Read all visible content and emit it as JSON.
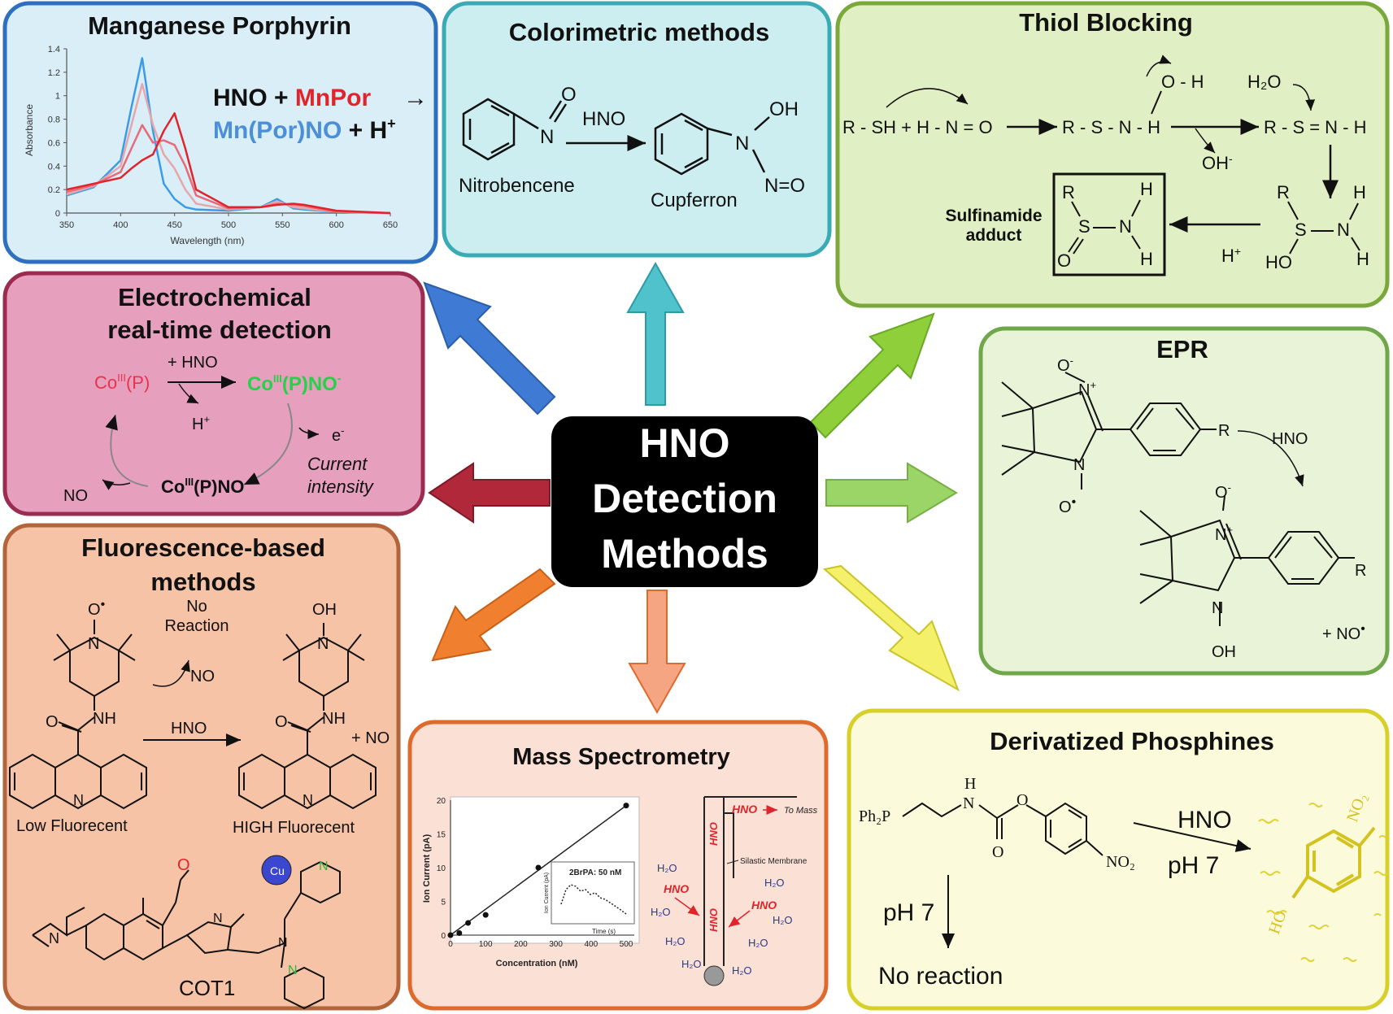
{
  "center": {
    "lines": [
      "HNO",
      "Detection",
      "Methods"
    ]
  },
  "panels": {
    "manganese": {
      "title": "Manganese Porphyrin",
      "eq_part1": "HNO + ",
      "eq_part2": "MnPor",
      "eq_arrow": "→",
      "eq_line2a": "Mn(Por)NO",
      "eq_line2b": " + H",
      "eq_line2c": "+",
      "chart": {
        "ylabel": "Absorbance",
        "xlabel": "Wavelength (nm)",
        "yticks": [
          "0",
          "0.2",
          "0.4",
          "0.6",
          "0.8",
          "1",
          "1.2",
          "1.4"
        ],
        "xticks": [
          "350",
          "400",
          "450",
          "500",
          "550",
          "600",
          "650"
        ]
      }
    },
    "colorimetric": {
      "title": "Colorimetric methods",
      "reagent": "HNO",
      "left_label": "Nitrobencene",
      "right_label": "Cupferron",
      "o_label": "O",
      "n_label": "N",
      "oh_label": "OH",
      "no_label": "N=O"
    },
    "thiol": {
      "title": "Thiol Blocking",
      "step1": "R - SH + H - N = O",
      "step2": "R - S - N - H",
      "oh_top": "O - H",
      "oh_minus": "OH",
      "h2o": "H₂O",
      "step3": "R - S = N - H",
      "adduct_label_1": "Sulfinamide",
      "adduct_label_2": "adduct",
      "hplus": "H",
      "r": "R",
      "s": "S",
      "n": "N",
      "h": "H",
      "o": "O",
      "ho": "HO"
    },
    "electrochem": {
      "title_line1": "Electrochemical",
      "title_line2": "real-time detection",
      "co_p": "Co",
      "co_p_sup": "III",
      "co_p_rest": "(P)",
      "reagent": "+ HNO",
      "hplus": "H",
      "co_pno": "Co",
      "co_pno_sup": "III",
      "co_pno_rest": "(P)NO",
      "co_pno_bottom": "Co",
      "co_pno_bottom_sup": "III",
      "co_pno_bottom_rest": "(P)NO",
      "electron": "e",
      "current_1": "Current",
      "current_2": "intensity",
      "no": "NO"
    },
    "epr": {
      "title": "EPR",
      "reagent": "HNO",
      "o_minus": "O",
      "n_plus": "N",
      "n": "N",
      "o_dot": "O",
      "r": "R",
      "oh": "OH",
      "no_dot": "+ NO"
    },
    "fluorescence": {
      "title_line1": "Fluorescence-based",
      "title_line2": "methods",
      "no_reaction_1": "No",
      "no_reaction_2": "Reaction",
      "reagent": "HNO",
      "plus_no": "+ NO",
      "no_arrow": "NO",
      "low": "Low Fluorecent",
      "high": "HIGH Fluorecent",
      "compound": "COT1",
      "cu": "Cu",
      "o": "O",
      "oh": "OH",
      "n": "N",
      "nh": "NH"
    },
    "mass": {
      "title": "Mass Spectrometry",
      "ylabel": "Ion Current (pA)",
      "xlabel": "Concentration (nM)",
      "yticks": [
        "0",
        "5",
        "10",
        "15",
        "20"
      ],
      "xticks": [
        "0",
        "100",
        "200",
        "300",
        "400",
        "500"
      ],
      "inset_label": "2BrPA: 50 nM",
      "inset_xlabel": "Time (s)",
      "inset_ylabel": "Ion Current (pA)",
      "to_mass": "To Mass",
      "membrane": "Silastic Membrane",
      "hno": "HNO",
      "h2o": "H₂O"
    },
    "phosphines": {
      "title": "Derivatized Phosphines",
      "reagent": "HNO",
      "ph_right": "pH 7",
      "ph_down": "pH 7",
      "no_reaction": "No reaction",
      "ph2p": "Ph₂P",
      "h": "H",
      "n": "N",
      "o": "O",
      "no2": "NO₂",
      "ho": "HO"
    }
  },
  "chart_data": [
    {
      "type": "line",
      "x": [
        350,
        375,
        400,
        410,
        420,
        430,
        440,
        450,
        460,
        470,
        500,
        530,
        545,
        560,
        570,
        600,
        650
      ],
      "series": [
        {
          "values": [
            0.15,
            0.22,
            0.45,
            0.9,
            1.32,
            0.7,
            0.25,
            0.12,
            0.05,
            0.03,
            0.02,
            0.05,
            0.12,
            0.04,
            0.03,
            0.01,
            0.0
          ]
        },
        {
          "values": [
            0.16,
            0.23,
            0.4,
            0.75,
            1.1,
            0.75,
            0.5,
            0.38,
            0.2,
            0.08,
            0.03,
            0.05,
            0.1,
            0.05,
            0.04,
            0.01,
            0.0
          ]
        },
        {
          "values": [
            0.18,
            0.24,
            0.35,
            0.55,
            0.75,
            0.6,
            0.62,
            0.58,
            0.4,
            0.15,
            0.04,
            0.05,
            0.08,
            0.07,
            0.06,
            0.01,
            0.0
          ]
        },
        {
          "values": [
            0.2,
            0.25,
            0.3,
            0.38,
            0.45,
            0.5,
            0.7,
            0.85,
            0.55,
            0.2,
            0.05,
            0.05,
            0.07,
            0.08,
            0.07,
            0.02,
            0.0
          ]
        }
      ],
      "xlim": [
        350,
        650
      ],
      "ylim": [
        0,
        1.4
      ],
      "xlabel": "Wavelength (nm)",
      "ylabel": "Absorbance"
    },
    {
      "type": "scatter",
      "x": [
        0,
        25,
        50,
        100,
        250,
        500
      ],
      "y": [
        0,
        0.3,
        1.8,
        3.0,
        10.0,
        19.2
      ],
      "xlim": [
        0,
        500
      ],
      "ylim": [
        0,
        20
      ],
      "xlabel": "Concentration (nM)",
      "ylabel": "Ion Current (pA)"
    }
  ],
  "colors": {
    "manganese_border": "#2f6fbf",
    "manganese_fill": "#daeef8",
    "colorimetric_border": "#3aaab4",
    "colorimetric_fill": "#cdeef0",
    "thiol_border": "#7aa83a",
    "thiol_fill": "#e1f0c4",
    "electrochem_border": "#9b2b4f",
    "electrochem_fill": "#e6a0bd",
    "epr_border": "#6fa84a",
    "epr_fill": "#e8f3d8",
    "fluorescence_border": "#b3643a",
    "fluorescence_fill": "#f7c3a6",
    "mass_border": "#e06a2c",
    "mass_fill": "#fbe0d5",
    "phosphines_border": "#d8d02a",
    "phosphines_fill": "#fbfbdc",
    "center_fill": "#000000"
  }
}
